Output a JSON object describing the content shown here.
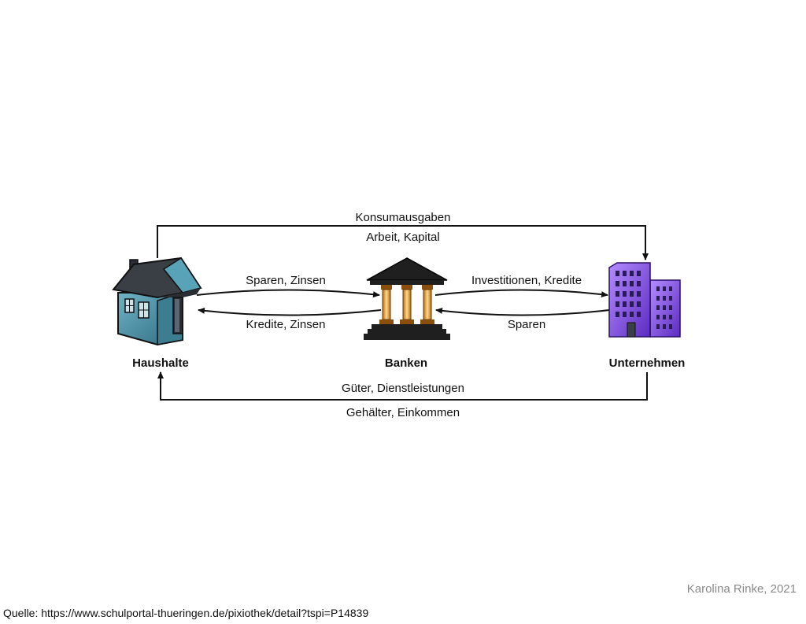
{
  "nodes": {
    "households": "Haushalte",
    "banks": "Banken",
    "companies": "Unternehmen"
  },
  "flows": {
    "top_upper": "Konsumausgaben",
    "top_lower": "Arbeit, Kapital",
    "hh_to_bank": "Sparen, Zinsen",
    "bank_to_hh": "Kredite, Zinsen",
    "bank_to_co": "Investitionen, Kredite",
    "co_to_bank": "Sparen",
    "bottom_upper": "Güter, Dienstleistungen",
    "bottom_lower": "Gehälter, Einkommen"
  },
  "footer": {
    "credit": "Karolina Rinke, 2021",
    "source": "Quelle: https://www.schulportal-thueringen.de/pixiothek/detail?tspi=P14839"
  },
  "colors": {
    "house_wall": "#4d8fa3",
    "house_roof": "#3a3f46",
    "pillar": "#e8a23a",
    "bank_dark": "#1f1f1f",
    "building": "#8a55e8"
  },
  "icons": [
    "house-icon",
    "bank-icon",
    "office-building-icon"
  ]
}
